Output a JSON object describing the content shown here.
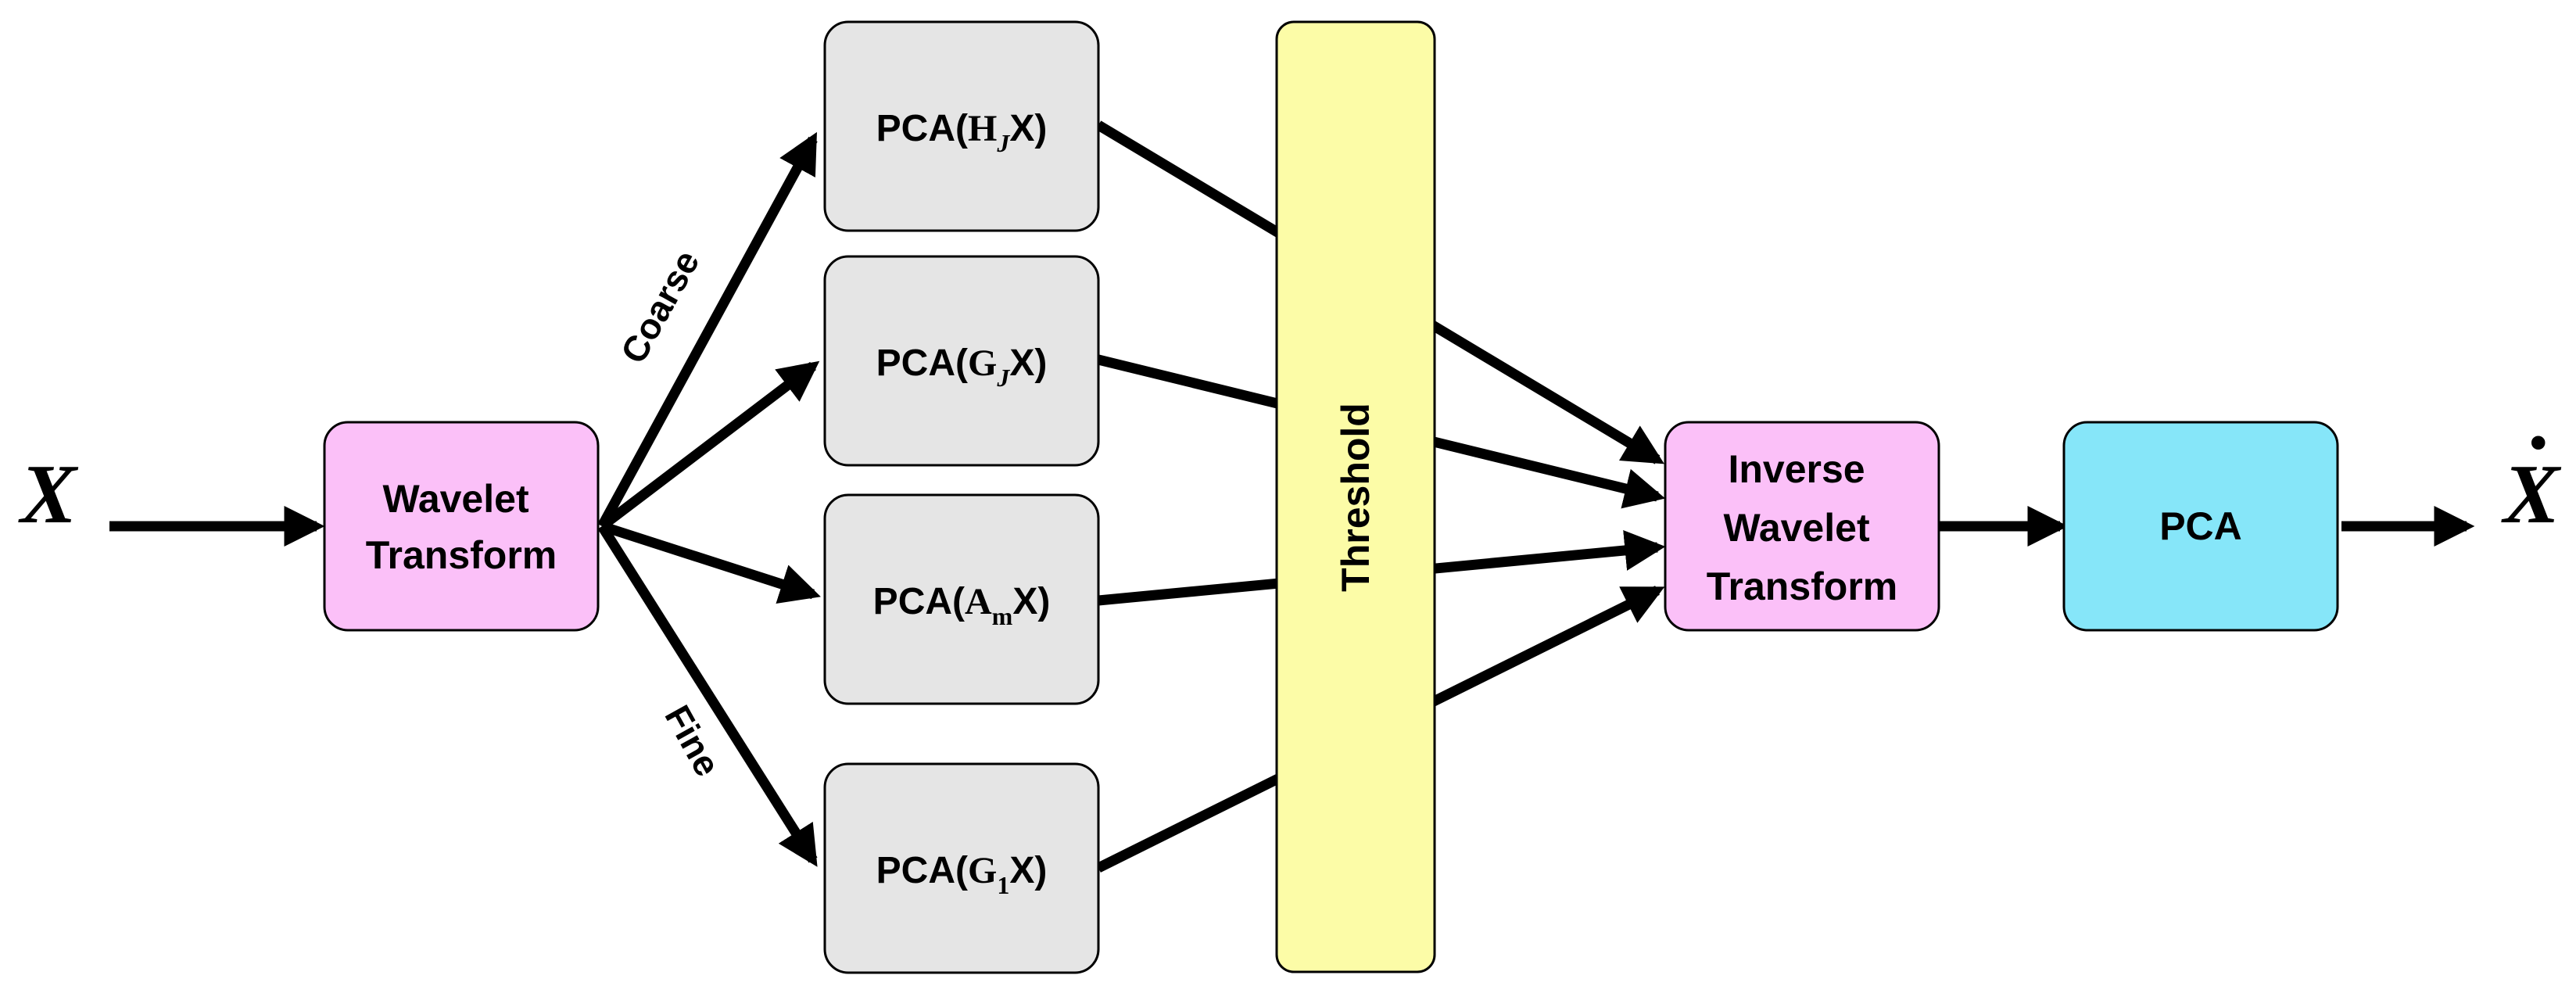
{
  "input_label": "X",
  "output_label": "X",
  "output_accent": "·",
  "wavelet": {
    "line1": "Wavelet",
    "line2": "Transform"
  },
  "pca_boxes": [
    {
      "prefix": "PCA(",
      "base": "H",
      "sub": "J",
      "sub_italic": true,
      "suffix": "X)"
    },
    {
      "prefix": "PCA(",
      "base": "G",
      "sub": "J",
      "sub_italic": true,
      "suffix": "X)"
    },
    {
      "prefix": "PCA(",
      "base": "A",
      "sub": "m",
      "sub_italic": false,
      "suffix": "X)"
    },
    {
      "prefix": "PCA(",
      "base": "G",
      "sub": "1",
      "sub_italic": false,
      "suffix": "X)"
    }
  ],
  "coarse_label": "Coarse",
  "fine_label": "Fine",
  "threshold_label": "Threshold",
  "inverse": {
    "line1": "Inverse",
    "line2": "Wavelet",
    "line3": "Transform"
  },
  "final_pca": "PCA",
  "colors": {
    "transform_fill": "#FBC0F8",
    "pca_fill": "#E5E5E5",
    "threshold_fill": "#FCFCA7",
    "final_fill": "#86E6F9",
    "stroke": "#000000"
  }
}
